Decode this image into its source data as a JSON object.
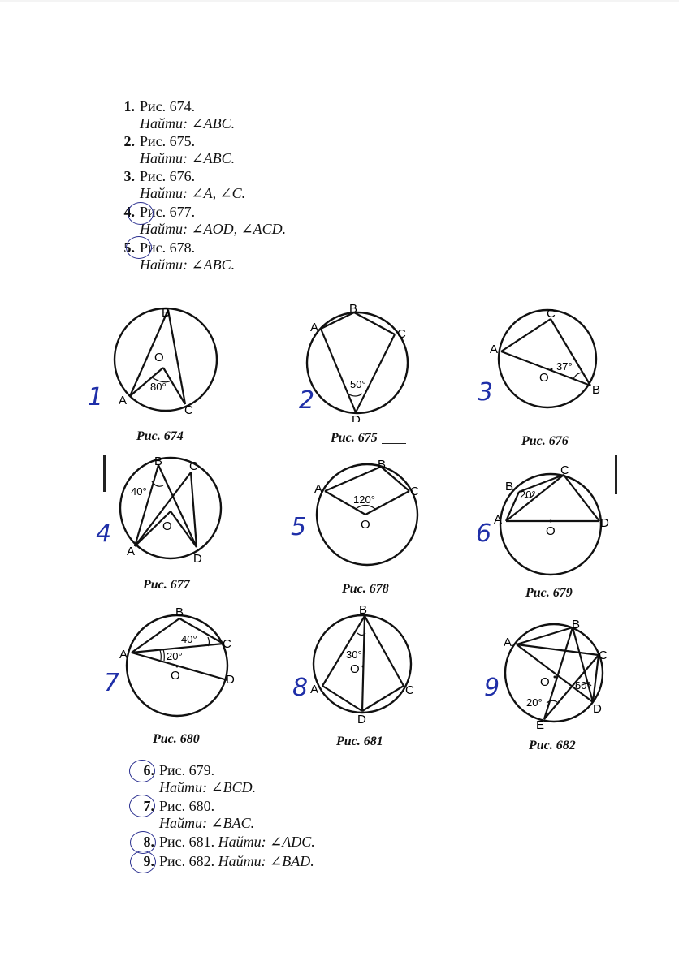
{
  "problems_top": [
    {
      "num": "1.",
      "fig": "Рис. 674.",
      "find": "Найти: ∠ABC."
    },
    {
      "num": "2.",
      "fig": "Рис. 675.",
      "find": "Найти: ∠ABC."
    },
    {
      "num": "3.",
      "fig": "Рис. 676.",
      "find": "Найти: ∠A, ∠C."
    },
    {
      "num": "4.",
      "fig": "Рис. 677.",
      "find": "Найти: ∠AOD, ∠ACD."
    },
    {
      "num": "5.",
      "fig": "Рис. 678.",
      "find": "Найти: ∠ABC."
    }
  ],
  "problems_bottom": [
    {
      "num": "6.",
      "fig": "Рис. 679.",
      "find": "Найти: ∠BCD."
    },
    {
      "num": "7.",
      "fig": "Рис. 680.",
      "find": "Найти: ∠BAC."
    },
    {
      "num": "8.",
      "fig": "Рис. 681.",
      "find": "Найти: ∠ADC."
    },
    {
      "num": "9.",
      "fig": "Рис. 682.",
      "find": "Найти: ∠BAD."
    }
  ],
  "figures": [
    {
      "caption": "Рис. 674",
      "hand": "1",
      "points": [
        "B",
        "O",
        "A",
        "C"
      ],
      "angle": "80°"
    },
    {
      "caption": "Рис. 675",
      "hand": "2",
      "points": [
        "B",
        "A",
        "C",
        "D"
      ],
      "angle": "50°"
    },
    {
      "caption": "Рис. 676",
      "hand": "3",
      "points": [
        "C",
        "A",
        "O",
        "B"
      ],
      "angle": "37°"
    },
    {
      "caption": "Рис. 677",
      "hand": "4",
      "points": [
        "B",
        "C",
        "O",
        "A",
        "D"
      ],
      "angle": "40°"
    },
    {
      "caption": "Рис. 678",
      "hand": "5",
      "points": [
        "B",
        "A",
        "C",
        "O"
      ],
      "angle": "120°"
    },
    {
      "caption": "Рис. 679",
      "hand": "6",
      "points": [
        "C",
        "B",
        "A",
        "O",
        "D"
      ],
      "angle": "20°"
    },
    {
      "caption": "Рис. 680",
      "hand": "7",
      "points": [
        "B",
        "C",
        "A",
        "O",
        "D"
      ],
      "angle": "40°",
      "angle2": "20°"
    },
    {
      "caption": "Рис. 681",
      "hand": "8",
      "points": [
        "B",
        "O",
        "A",
        "C",
        "D"
      ],
      "angle": "30°"
    },
    {
      "caption": "Рис. 682",
      "hand": "9",
      "points": [
        "A",
        "B",
        "C",
        "O",
        "D",
        "E"
      ],
      "angle": "60°",
      "angle2": "20°"
    }
  ],
  "colors": {
    "ink": "#111111",
    "pen": "#1f2fa8"
  }
}
